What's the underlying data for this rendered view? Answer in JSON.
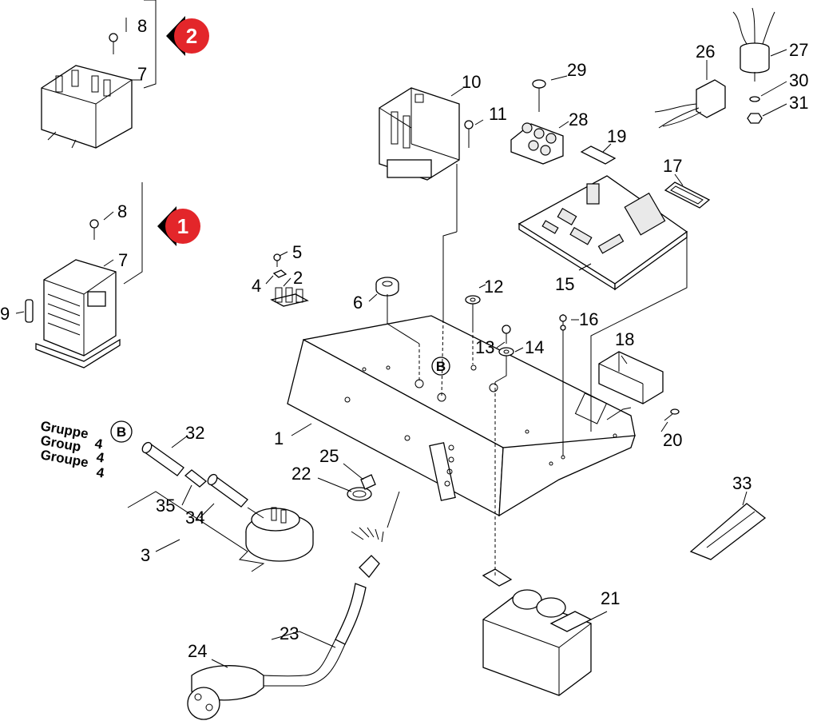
{
  "callouts": {
    "n1": "1",
    "n2": "2",
    "n3": "3",
    "n4": "4",
    "n5": "5",
    "n6": "6",
    "n7a": "7",
    "n7b": "7",
    "n8a": "8",
    "n8b": "8",
    "n9": "9",
    "n10": "10",
    "n11": "11",
    "n12": "12",
    "n13": "13",
    "n14": "14",
    "n15": "15",
    "n16": "16",
    "n17": "17",
    "n18": "18",
    "n19": "19",
    "n20": "20",
    "n21": "21",
    "n22": "22",
    "n23": "23",
    "n24": "24",
    "n25": "25",
    "n26": "26",
    "n27": "27",
    "n28": "28",
    "n29": "29",
    "n30": "30",
    "n31": "31",
    "n32": "32",
    "n33": "33",
    "n34": "34",
    "n35": "35"
  },
  "variant_badges": {
    "top": "2",
    "middle": "1"
  },
  "group_markers": {
    "marker1": "B",
    "marker2": "B"
  },
  "group_label": {
    "line1": "Gruppe",
    "line1_num": "4",
    "line2": "Group",
    "line2_num": "4",
    "line3": "Groupe",
    "line3_num": "4"
  },
  "colors": {
    "badge": "#e3262a",
    "line": "#000000"
  },
  "icons": {
    "variant_badge": "red-arrow-badge-icon",
    "group_marker": "letter-circle-icon"
  }
}
